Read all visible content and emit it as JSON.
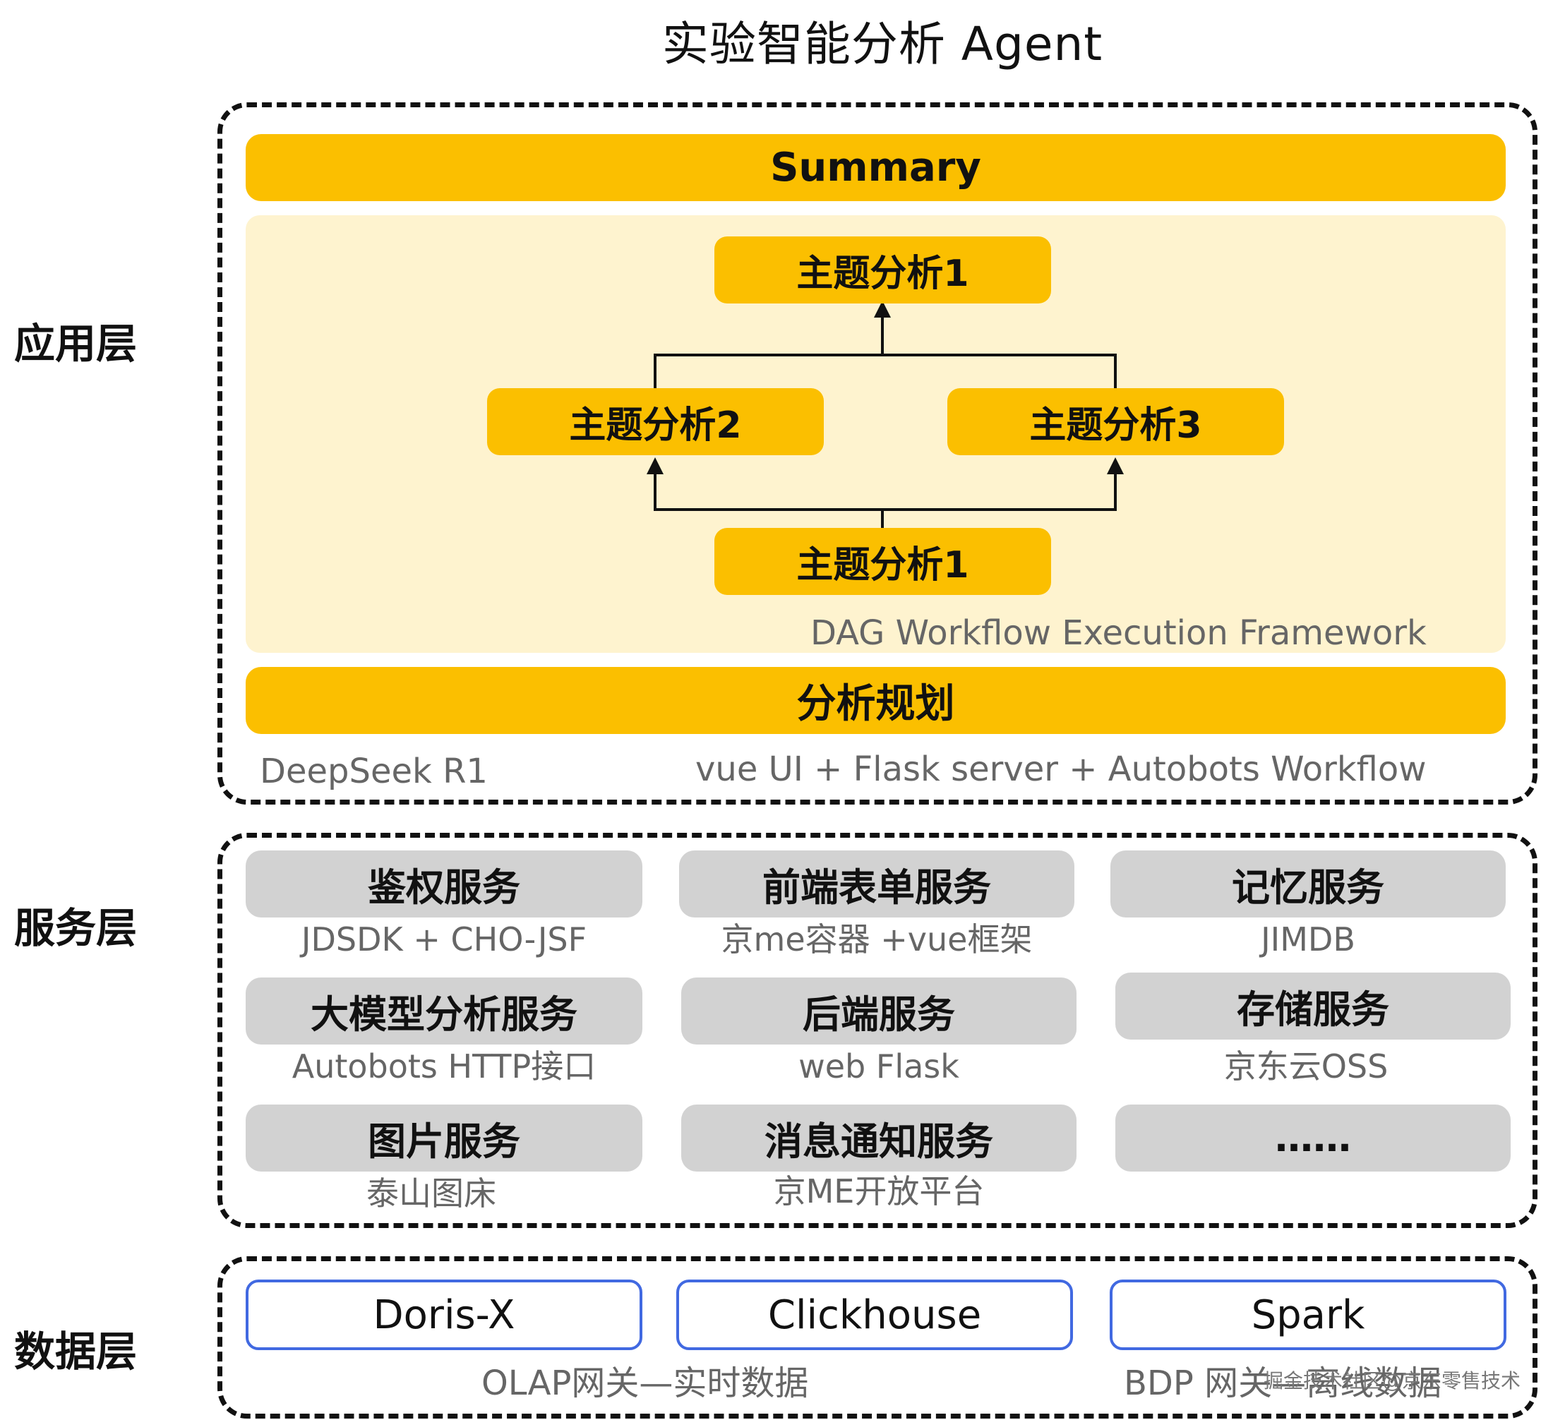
{
  "title": "实验智能分析 Agent",
  "layers": {
    "app": "应用层",
    "service": "服务层",
    "data": "数据层"
  },
  "app_layer": {
    "summary": "Summary",
    "dag_nodes": {
      "top": "主题分析1",
      "left": "主题分析2",
      "right": "主题分析3",
      "bottom": "主题分析1"
    },
    "dag_caption": "DAG Workflow Execution Framework",
    "planning": "分析规划",
    "model": "DeepSeek R1",
    "stack": "vue UI + Flask server + Autobots Workflow"
  },
  "service_layer": {
    "services": [
      {
        "name": "鉴权服务",
        "detail": "JDSDK + CHO-JSF"
      },
      {
        "name": "前端表单服务",
        "detail": "京me容器 +vue框架"
      },
      {
        "name": "记忆服务",
        "detail": "JIMDB"
      },
      {
        "name": "大模型分析服务",
        "detail": "Autobots HTTP接口"
      },
      {
        "name": "后端服务",
        "detail": "web Flask"
      },
      {
        "name": "存储服务",
        "detail": "京东云OSS"
      },
      {
        "name": "图片服务",
        "detail": "泰山图床"
      },
      {
        "name": "消息通知服务",
        "detail": "京ME开放平台"
      },
      {
        "name": "……",
        "detail": ""
      }
    ]
  },
  "data_layer": {
    "stores": [
      "Doris-X",
      "Clickhouse",
      "Spark"
    ],
    "gateway_realtime": "OLAP网关—实时数据",
    "gateway_offline": "BDP 网关—离线数据"
  },
  "watermark": "掘金技术社区@京东零售技术",
  "colors": {
    "accent": "#fbbf00",
    "dag_background": "#fef3cf",
    "service_box": "#d2d2d2",
    "store_border": "#4169e1"
  }
}
